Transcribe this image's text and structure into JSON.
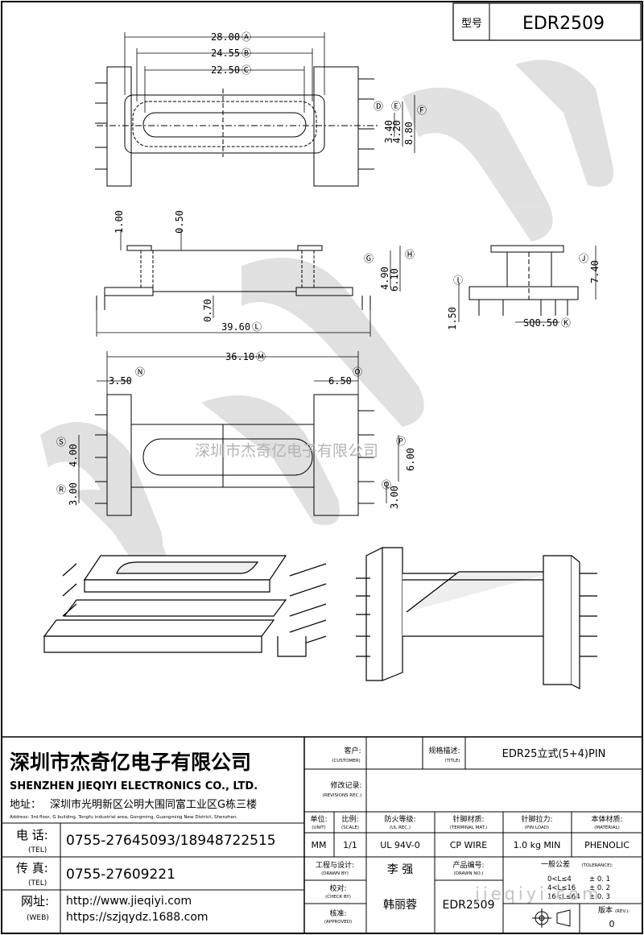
{
  "header": {
    "model_label": "型号",
    "model_value": "EDR2509"
  },
  "dimensions": {
    "A": "28.00",
    "B": "24.55",
    "C": "22.50",
    "D": "3.40",
    "E": "4.20",
    "F": "8.80",
    "G": "4.90",
    "H": "6.10",
    "top_gap": "1.00",
    "flange_t": "0.50",
    "base_t": "0.70",
    "L": "39.60",
    "J": "7.40",
    "I": "1.50",
    "K": "SQ0.50",
    "M": "36.10",
    "N": "3.50",
    "O": "6.50",
    "S": "4.00",
    "R": "3.00",
    "P": "6.00",
    "Q": "3.00"
  },
  "watermark": {
    "text": "深圳市杰奇亿电子有限公司",
    "url": "jieqiyi.com"
  },
  "company": {
    "name_cn": "深圳市杰奇亿电子有限公司",
    "name_en": "SHENZHEN JIEQIYI ELECTRONICS CO., LTD.",
    "address_label": "地址：",
    "address_cn": "深圳市光明新区公明大围同富工业区G栋三楼",
    "address_en": "Address: 3rd floor, G building, Tongfu industrial area, Gongming, Guangming New District, Shenzhen.",
    "tel_label": "电 话:",
    "tel_sub": "(TEL)",
    "tel": "0755-27645093/18948722515",
    "fax_label": "传 真:",
    "fax_sub": "(TEL)",
    "fax": "0755-27609221",
    "web_label": "网址:",
    "web_sub": "(WEB)",
    "web1": "http://www.jieqiyi.com",
    "web2": "https://szjqydz.1688.com"
  },
  "title_block": {
    "customer_label": "客户:",
    "customer_sub": "(CUSTOMER)",
    "title_label": "规格描述:",
    "title_sub": "(TITLE)",
    "title": "EDR25立式(5+4)PIN",
    "rev_label": "修改记录:",
    "rev_sub": "(REVISIONS REC.)",
    "unit_label": "单位:",
    "unit_sub": "(UNIT)",
    "unit": "MM",
    "scale_label": "比例:",
    "scale_sub": "(SCALE)",
    "scale": "1/1",
    "ulrec_label": "防火等级:",
    "ulrec_sub": "(UL REC.)",
    "ulrec": "UL 94V-0",
    "pinmat_label": "针脚材质:",
    "pinmat_sub": "(TERMINAL MAT.)",
    "pinmat": "CP WIRE",
    "pinload_label": "针脚拉力:",
    "pinload_sub": "(PIN LOAD)",
    "pinload": "1.0 kg MIN",
    "material_label": "本体材质:",
    "material_sub": "(MATERIAL)",
    "material": "PHENOLIC",
    "drawn_label": "工程与设计:",
    "drawn_sub": "(DRAWN BY)",
    "drawn": "李 强",
    "check_label": "校对:",
    "check_sub": "(CHECK BY)",
    "approved_label": "核准:",
    "approved_sub": "(APPROVED)",
    "approved": "韩丽蓉",
    "drawno_label": "产品编号:",
    "drawno_sub": "(DRAWN NO.)",
    "drawno": "EDR2509",
    "tol_label": "一般公差",
    "tol_sub": "(TOLERANCE):",
    "tol1_range": "0<L≤4",
    "tol1_val": "± 0. 1",
    "tol2_range": "4<L≤16",
    "tol2_val": "± 0. 2",
    "tol3_range": "16<L≤64",
    "tol3_val": "± 0. 3",
    "version_label": "版本",
    "version_sub": "(REV.):",
    "version": "0"
  }
}
